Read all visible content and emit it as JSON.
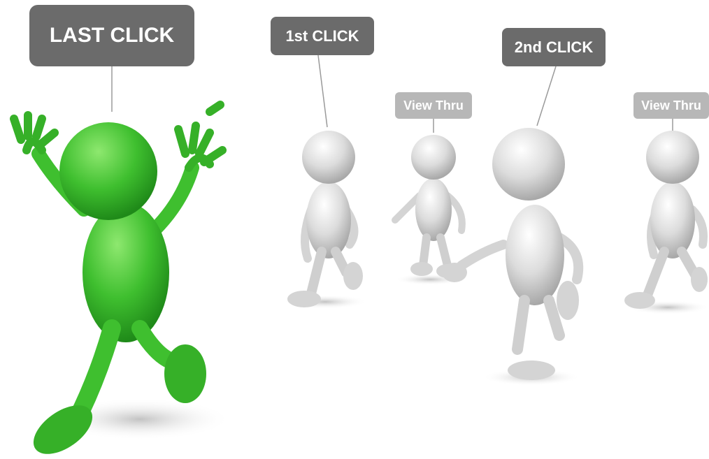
{
  "labels": {
    "last_click": "LAST CLICK",
    "first_click": "1st CLICK",
    "second_click": "2nd CLICK",
    "view_thru_1": "View Thru",
    "view_thru_2": "View Thru"
  },
  "colors": {
    "dark_label": "#6b6b6b",
    "light_label": "#b7b7b7",
    "green_figure": "#3dbb2e",
    "gray_figure": "#d9d9d9"
  }
}
